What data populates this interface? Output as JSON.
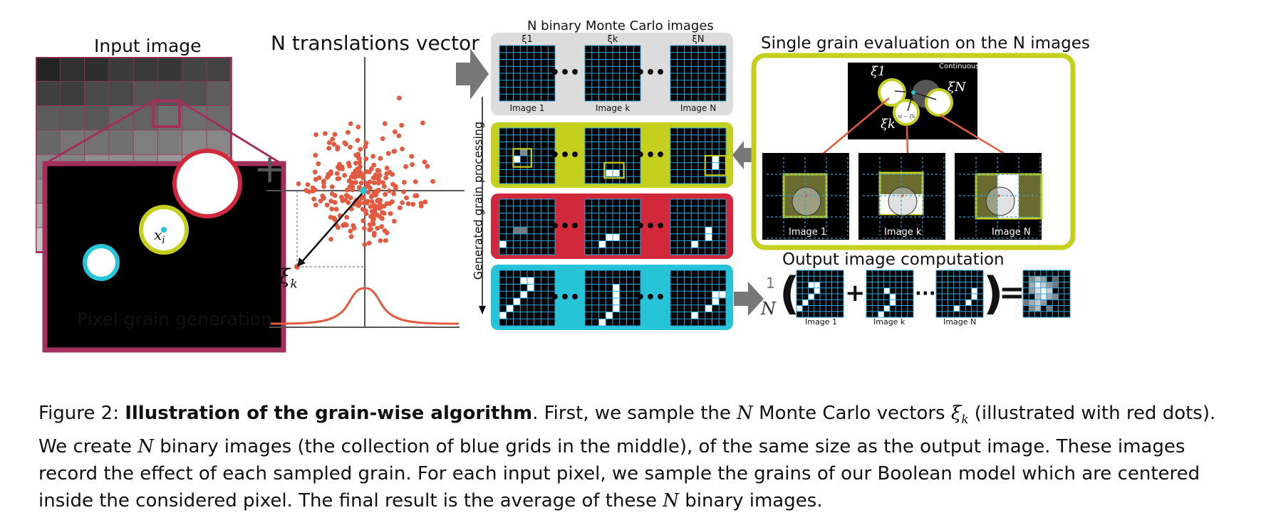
{
  "figure": {
    "input_image_title": "Input image",
    "translations_title": "N translations vector",
    "pixel_grain_title": "Pixel grain generation",
    "grain_point_label": "x",
    "grain_point_sub": "i",
    "xi_k_label": "ξ",
    "xi_k_sub": "k",
    "plus_sign": "+",
    "monte_carlo_title": "N binary Monte Carlo images",
    "xi_1": "ξ1",
    "xi_k": "ξk",
    "xi_N": "ξN",
    "image_1": "Image 1",
    "image_k": "Image k",
    "image_N": "Image N",
    "ellipsis": "•••",
    "vertical_label": "Generated grain processing",
    "single_grain_title": "Single grain evaluation on the N images",
    "continuous_label": "Continuous",
    "inset_xi_1": "ξ1",
    "inset_xi_k": "ξk",
    "inset_xi_N": "ξN",
    "inset_xi": "xi",
    "inset_xi_minus": "xi − ξk",
    "output_title": "Output image computation",
    "formula_frac_top": "1",
    "formula_frac_bottom": "N",
    "formula_open": "(",
    "formula_close": ")",
    "formula_plus": "+",
    "formula_dots": "···",
    "formula_equals": "="
  },
  "colors": {
    "red": "#d1293b",
    "lime": "#c5cf1e",
    "cyan": "#27c3d6",
    "dots": "#e25a40",
    "grid_blue": "#29a6e0",
    "panel_gray": "#dcdcdc",
    "maroon": "#a3305a"
  },
  "caption": {
    "prefix": "Figure 2: ",
    "bold": "Illustration of the grain-wise algorithm",
    "t1": ". First, we sample the ",
    "N1": "N",
    "t2": " Monte Carlo vectors ",
    "xi": "ξ",
    "xi_sub": "k",
    "t3": " (illustrated with red dots). We create ",
    "N2": "N",
    "t4": " binary images (the collection of blue grids in the middle), of the same size as the output image. These images record the effect of each sampled grain. For each input pixel, we sample the grains of our Boolean model which are centered inside the considered pixel. The final result is the average of these ",
    "N3": "N",
    "t5": " binary images."
  }
}
